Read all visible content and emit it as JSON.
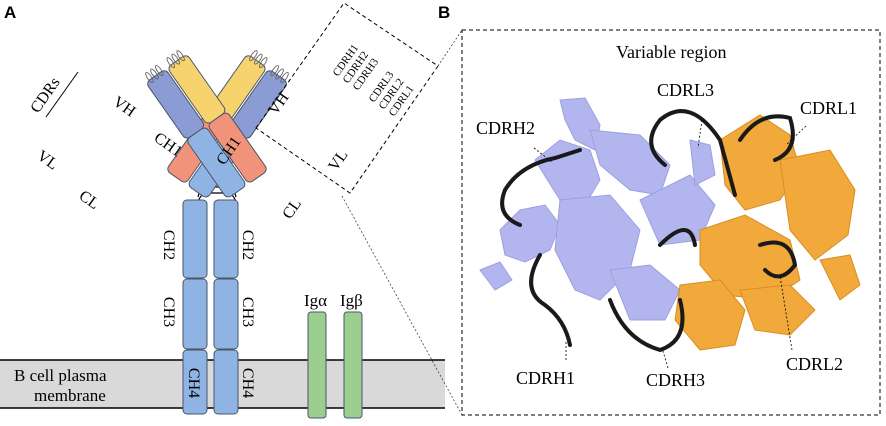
{
  "panel_a": {
    "letter": "A",
    "cdrs": "CDRs",
    "vh": "VH",
    "vl": "VL",
    "ch1": "CH1",
    "cl": "CL",
    "ch2": "CH2",
    "ch3": "CH3",
    "ch4": "CH4",
    "cdr_list": [
      "CDRH1",
      "CDRH2",
      "CDRH3",
      "CDRL3",
      "CDRL2",
      "CDRL1"
    ],
    "ig_alpha": "Igα",
    "ig_beta": "Igβ",
    "membrane_line1": "B cell plasma",
    "membrane_line2": "membrane"
  },
  "panel_b": {
    "letter": "B",
    "title": "Variable region",
    "labels": {
      "cdrh2": "CDRH2",
      "cdrl3": "CDRL3",
      "cdrl1": "CDRL1",
      "cdrh1": "CDRH1",
      "cdrh3": "CDRH3",
      "cdrl2": "CDRL2"
    }
  },
  "colors": {
    "heavy_chain": "#8b9bd4",
    "constant_heavy": "#8fb4e3",
    "light_variable": "#f7d36e",
    "light_constant": "#f0937a",
    "ig_signal": "#9ccf8f",
    "membrane": "#d9d9d9",
    "heavy_ribbon": "#b3b6ee",
    "light_ribbon": "#f2a93b",
    "cdr_loop": "#1a1a1a"
  }
}
